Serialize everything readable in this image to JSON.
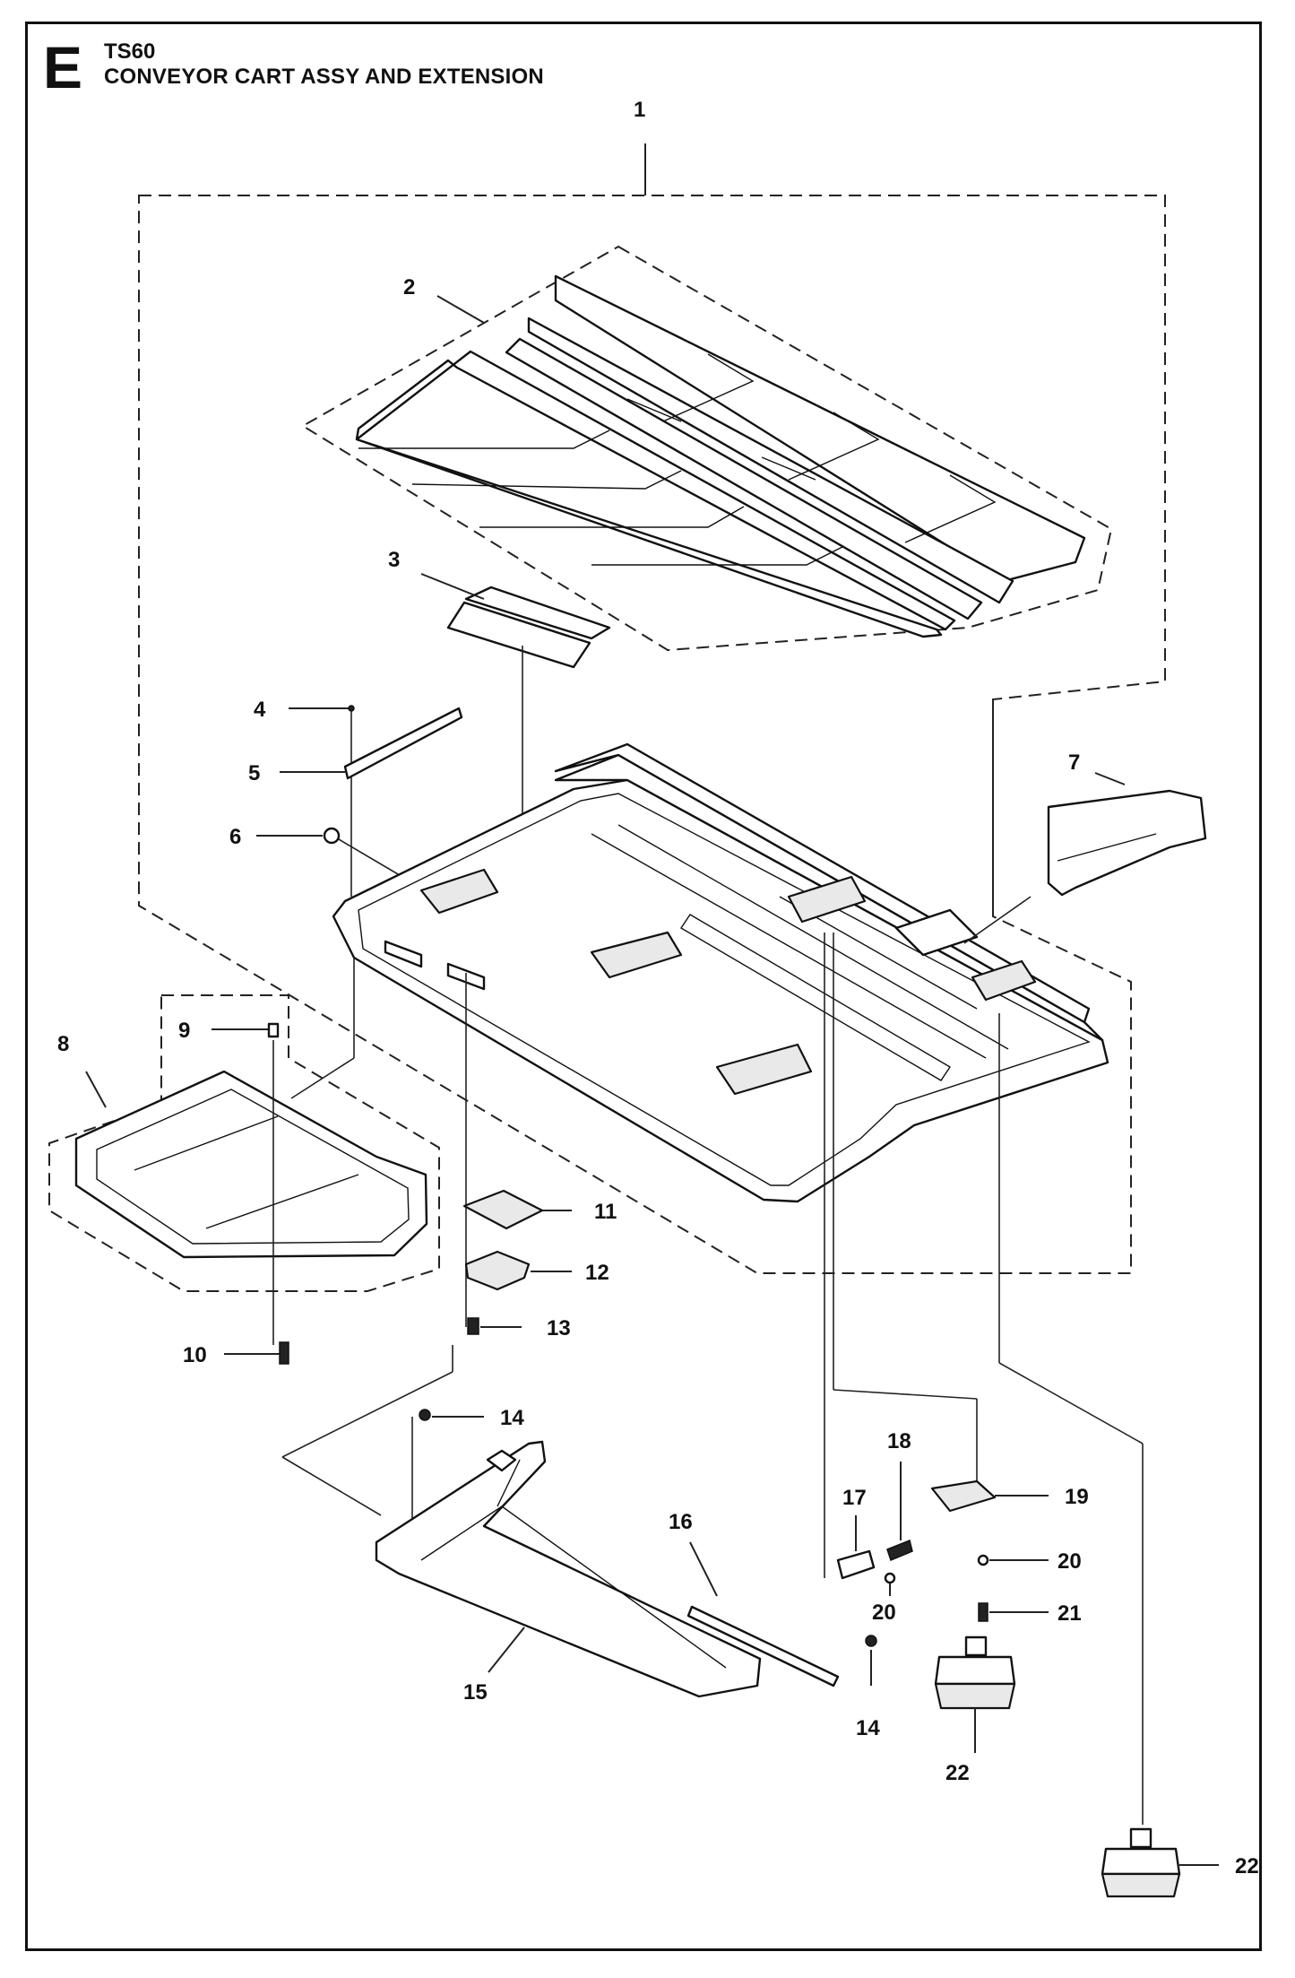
{
  "header": {
    "section_letter": "E",
    "model": "TS60",
    "title": "CONVEYOR CART ASSY AND EXTENSION"
  },
  "callouts": [
    {
      "id": "c1",
      "label": "1"
    },
    {
      "id": "c2",
      "label": "2"
    },
    {
      "id": "c3",
      "label": "3"
    },
    {
      "id": "c4",
      "label": "4"
    },
    {
      "id": "c5",
      "label": "5"
    },
    {
      "id": "c6",
      "label": "6"
    },
    {
      "id": "c7",
      "label": "7"
    },
    {
      "id": "c8",
      "label": "8"
    },
    {
      "id": "c9",
      "label": "9"
    },
    {
      "id": "c10",
      "label": "10"
    },
    {
      "id": "c11",
      "label": "11"
    },
    {
      "id": "c12",
      "label": "12"
    },
    {
      "id": "c13",
      "label": "13"
    },
    {
      "id": "c14a",
      "label": "14"
    },
    {
      "id": "c14b",
      "label": "14"
    },
    {
      "id": "c15",
      "label": "15"
    },
    {
      "id": "c16",
      "label": "16"
    },
    {
      "id": "c17",
      "label": "17"
    },
    {
      "id": "c18",
      "label": "18"
    },
    {
      "id": "c19",
      "label": "19"
    },
    {
      "id": "c20a",
      "label": "20"
    },
    {
      "id": "c20b",
      "label": "20"
    },
    {
      "id": "c21",
      "label": "21"
    },
    {
      "id": "c22a",
      "label": "22"
    },
    {
      "id": "c22b",
      "label": "22"
    }
  ]
}
